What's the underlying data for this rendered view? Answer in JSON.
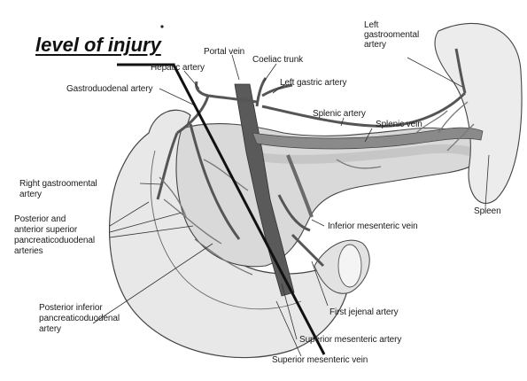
{
  "injury_label": "level of injury",
  "labels": {
    "hepatic_artery": "Hepatic artery",
    "portal_vein": "Portal vein",
    "coeliac_trunk": "Coeliac trunk",
    "left_gastroomental_1": "Left",
    "left_gastroomental_2": "gastroomental",
    "left_gastroomental_3": "artery",
    "gastroduodenal_artery": "Gastroduodenal artery",
    "left_gastric_artery": "Left gastric artery",
    "splenic_artery": "Splenic artery",
    "splenic_vein": "Splenic vein",
    "right_gastroomental_1": "Right gastroomental",
    "right_gastroomental_2": "artery",
    "posterior_anterior_1": "Posterior and",
    "posterior_anterior_2": "anterior superior",
    "posterior_anterior_3": "pancreaticoduodenal",
    "posterior_anterior_4": "arteries",
    "inferior_mesenteric_vein": "Inferior mesenteric vein",
    "spleen": "Spleen",
    "posterior_inferior_1": "Posterior inferior",
    "posterior_inferior_2": "pancreaticoduodenal",
    "posterior_inferior_3": "artery",
    "first_jejenal_artery": "First jejenal artery",
    "superior_mesenteric_artery": "Superior mesenteric artery",
    "superior_mesenteric_vein": "Superior mesenteric vein"
  }
}
